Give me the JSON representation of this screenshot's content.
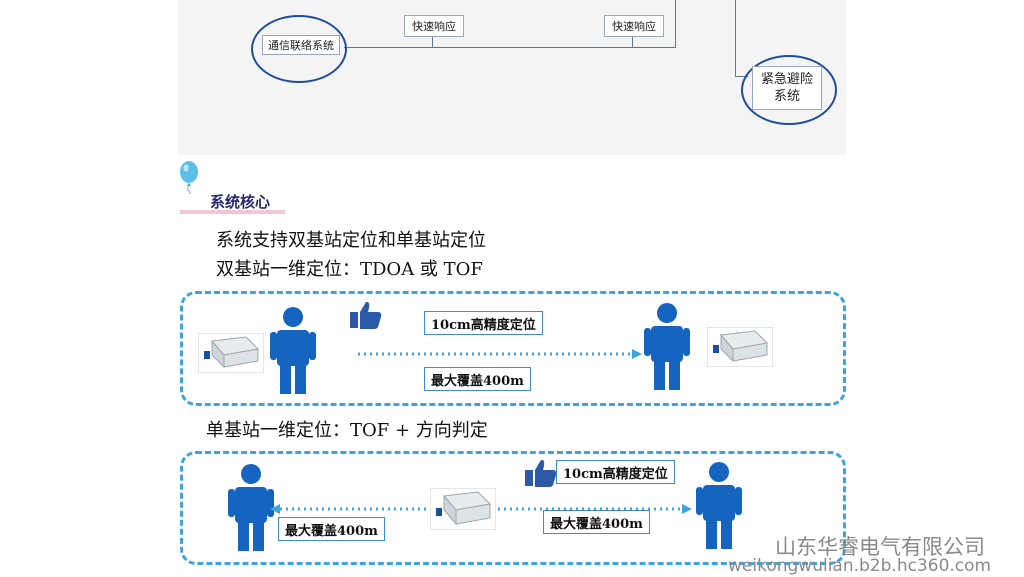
{
  "flow": {
    "comm_system": "通信联络系统",
    "fast_response_1": "快速响应",
    "fast_response_2": "快速响应",
    "emergency_line1": "紧急避险",
    "emergency_line2": "系统"
  },
  "section": {
    "title": "系统核心",
    "line1": "系统支持双基站定位和单基站定位",
    "line2": "双基站一维定位：TDOA 或 TOF",
    "line3": "单基站一维定位：TOF + 方向判定"
  },
  "panel1": {
    "precision_label": "10cm高精度定位",
    "coverage_label": "最大覆盖400m"
  },
  "panel2": {
    "precision_label": "10cm高精度定位",
    "coverage_left": "最大覆盖400m",
    "coverage_right": "最大覆盖400m"
  },
  "watermark": {
    "company": "山东华睿电气有限公司",
    "url": "weikongwulian.b2b.hc360.com"
  },
  "colors": {
    "person": "#1565c0",
    "dashed_border": "#3ea4df",
    "arrow": "#3ea4df",
    "thumb": "#2c5aa8"
  },
  "icons": [
    "balloon-icon",
    "thumbs-up-icon",
    "person-icon",
    "base-station-device-icon"
  ]
}
